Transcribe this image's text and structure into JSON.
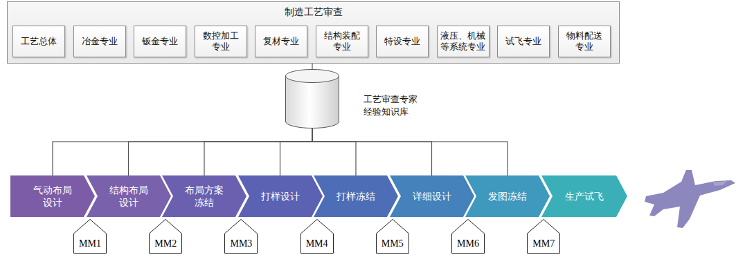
{
  "diagram": {
    "nodes": [
      {
        "text": [
          "制造工艺审查"
        ]
      },
      {
        "text": [
          "工艺总体"
        ],
        "in": 0
      },
      {
        "text": [
          "冶金专业"
        ],
        "in": 0
      },
      {
        "text": [
          "钣金专业"
        ],
        "in": 0
      },
      {
        "text": [
          "数控加工专业"
        ],
        "in": 0
      },
      {
        "text": [
          "复材专业"
        ],
        "in": 0
      },
      {
        "text": [
          "结构装配专业"
        ],
        "in": 0
      },
      {
        "text": [
          "特设专业"
        ],
        "in": 0
      },
      {
        "text": [
          "液压、机械等系统专业"
        ],
        "in": 0
      },
      {
        "text": [
          "试飞专业"
        ],
        "in": 0
      },
      {
        "text": [
          "物料配送专业"
        ],
        "in": 0
      },
      {
        "text": [
          "工艺审查专家 经验知识库"
        ]
      },
      {
        "text": [
          "气动布局设计"
        ]
      },
      {
        "text": [
          "结构布局设计"
        ]
      },
      {
        "text": [
          "布局方案冻结"
        ]
      },
      {
        "text": [
          "打样设计"
        ]
      },
      {
        "text": [
          "打样冻结"
        ]
      },
      {
        "text": [
          "详细设计"
        ]
      },
      {
        "text": [
          "发图冻结"
        ]
      },
      {
        "text": [
          "生产试飞"
        ]
      },
      {
        "text": [
          "MM1"
        ]
      },
      {
        "text": [
          "MM2"
        ]
      },
      {
        "text": [
          "MM3"
        ]
      },
      {
        "text": [
          "MM4"
        ]
      },
      {
        "text": [
          "MM5"
        ]
      },
      {
        "text": [
          "MM6"
        ]
      },
      {
        "text": [
          "MM7"
        ]
      }
    ],
    "edges": [
      {
        "from": 0,
        "to": 11,
        "arrow": "none"
      },
      {
        "from": 11,
        "to": 12,
        "arrow": "none"
      },
      {
        "from": 11,
        "to": 13,
        "arrow": "none"
      },
      {
        "from": 11,
        "to": 14,
        "arrow": "none"
      },
      {
        "from": 11,
        "to": 15,
        "arrow": "none"
      },
      {
        "from": 11,
        "to": 16,
        "arrow": "none"
      },
      {
        "from": 11,
        "to": 17,
        "arrow": "none"
      },
      {
        "from": 11,
        "to": 18,
        "arrow": "none"
      }
    ]
  }
}
